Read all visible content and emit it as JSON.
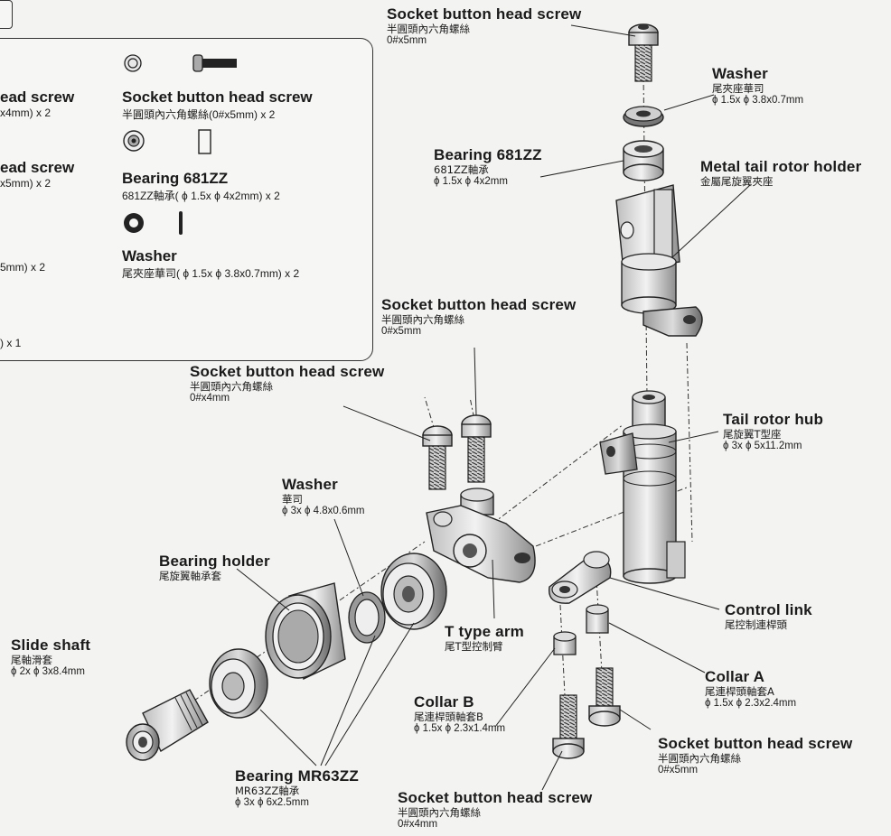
{
  "legend": {
    "items": [
      {
        "title": "ead screw",
        "spec": "x4mm) x 2"
      },
      {
        "title": "ead screw",
        "spec": "x5mm) x 2"
      },
      {
        "title": "",
        "spec": "5mm) x 2"
      },
      {
        "title": "",
        "spec": ") x 1"
      },
      {
        "title": "Socket button head screw",
        "spec": "半圓頭內六角螺絲(0#x5mm) x 2"
      },
      {
        "title": "Bearing 681ZZ",
        "spec": "681ZZ軸承( ϕ 1.5x ϕ 4x2mm) x 2"
      },
      {
        "title": "Washer",
        "spec": "尾夾座華司( ϕ 1.5x ϕ 3.8x0.7mm) x 2"
      }
    ]
  },
  "labels": {
    "screw_top": {
      "title": "Socket button head screw",
      "sub": "半圓頭內六角螺絲",
      "dim": "0#x5mm"
    },
    "washer_top": {
      "title": "Washer",
      "sub": "尾夾座華司",
      "dim": "ϕ 1.5x ϕ 3.8x0.7mm"
    },
    "bearing_681": {
      "title": "Bearing 681ZZ",
      "sub": "681ZZ軸承",
      "dim": "ϕ 1.5x ϕ 4x2mm"
    },
    "metal_holder": {
      "title": "Metal tail rotor holder",
      "sub": "金屬尾旋翼夾座"
    },
    "screw_mid": {
      "title": "Socket button head screw",
      "sub": "半圓頭內六角螺絲",
      "dim": "0#x5mm"
    },
    "screw_4mm": {
      "title": "Socket button head screw",
      "sub": "半圓頭內六角螺絲",
      "dim": "0#x4mm"
    },
    "tail_hub": {
      "title": "Tail rotor hub",
      "sub": "尾旋翼T型座",
      "dim": "ϕ 3x ϕ 5x11.2mm"
    },
    "washer_mid": {
      "title": "Washer",
      "sub": "華司",
      "dim": "ϕ 3x ϕ 4.8x0.6mm"
    },
    "bearing_holder": {
      "title": "Bearing holder",
      "sub": "尾旋翼軸承套"
    },
    "t_arm": {
      "title": "T type arm",
      "sub": "尾T型控制臂"
    },
    "control_link": {
      "title": "Control link",
      "sub": "尾控制連桿頭"
    },
    "slide_shaft": {
      "title": "Slide shaft",
      "sub": "尾軸滑套",
      "dim": "ϕ 2x ϕ 3x8.4mm"
    },
    "collar_a": {
      "title": "Collar A",
      "sub": "尾連桿頭軸套A",
      "dim": "ϕ 1.5x ϕ 2.3x2.4mm"
    },
    "collar_b": {
      "title": "Collar B",
      "sub": "尾連桿頭軸套B",
      "dim": "ϕ 1.5x ϕ 2.3x1.4mm"
    },
    "screw_bottom_right": {
      "title": "Socket button head screw",
      "sub": "半圓頭內六角螺絲",
      "dim": "0#x5mm"
    },
    "bearing_mr63": {
      "title": "Bearing MR63ZZ",
      "sub": "MR63ZZ軸承",
      "dim": "ϕ 3x ϕ 6x2.5mm"
    },
    "screw_bottom": {
      "title": "Socket button head screw",
      "sub": "半圓頭內六角螺絲",
      "dim": "0#x4mm"
    }
  }
}
